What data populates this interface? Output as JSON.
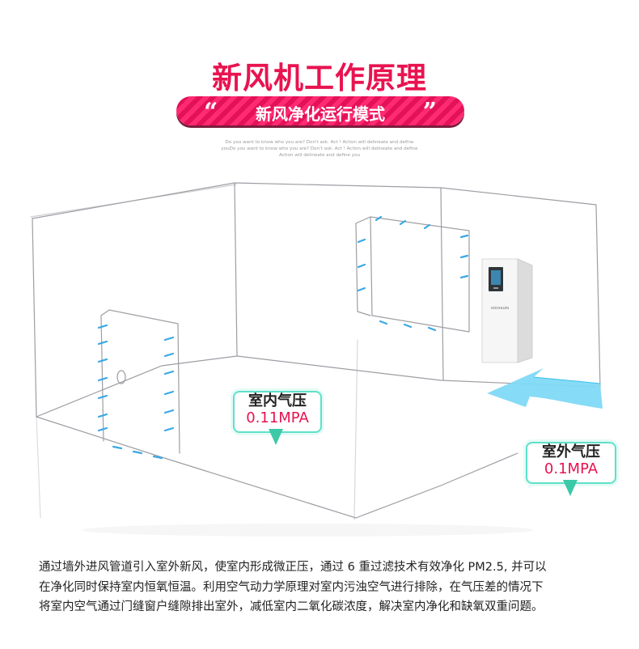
{
  "header": {
    "title": "新风机工作原理",
    "banner_text": "新风净化运行模式",
    "quote_open": "“",
    "quote_close": "”",
    "tagline_1": "Do you want to know who you are? Don't ask. Act ! Action will delineate and define",
    "tagline_2": "youDo you want to know who you are? Don't ask. Act ! Action will delineate and define",
    "tagline_3": "Action will delineate and define you"
  },
  "indoor": {
    "label": "室内气压",
    "value": "0.11MPA"
  },
  "outdoor": {
    "label": "室外气压",
    "value": "0.1MPA"
  },
  "device": {
    "brand": "SOOHUZN"
  },
  "description": {
    "line1": "通过墙外进风管道引入室外新风，使室内形成微正压，通过 6 重过滤技术有效净化 PM2.5, 并可以",
    "line2": "在净化同时保持室内恒氧恒温。利用空气动力学原理对室内污浊空气进行排除，在气压差的情况下",
    "line3": "将室内空气通过门缝窗户缝隙排出室外，减低室内二氧化碳浓度，解决室内净化和缺氧双重问题。"
  },
  "colors": {
    "accent": "#e8134f",
    "callout_border": "#5ee0c9",
    "airflow": "#3aa8e6"
  }
}
